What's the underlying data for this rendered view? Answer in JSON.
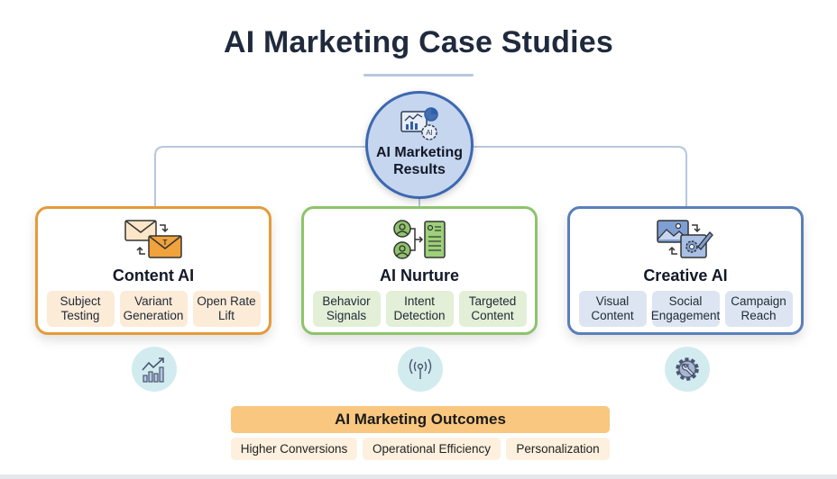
{
  "title": "AI Marketing Case Studies",
  "hub": {
    "label_line1": "AI Marketing",
    "label_line2": "Results",
    "icon": "analytics-ai-gear-icon"
  },
  "cards": [
    {
      "title": "Content AI",
      "icon": "email-swap-icon",
      "color": "#e59b3a",
      "pills": [
        {
          "line1": "Subject",
          "line2": "Testing"
        },
        {
          "line1": "Variant",
          "line2": "Generation"
        },
        {
          "line1": "Open Rate",
          "line2": "Lift"
        }
      ]
    },
    {
      "title": "AI Nurture",
      "icon": "users-to-profile-icon",
      "color": "#8dc46b",
      "pills": [
        {
          "line1": "Behavior",
          "line2": "Signals"
        },
        {
          "line1": "Intent",
          "line2": "Detection"
        },
        {
          "line1": "Targeted",
          "line2": "Content"
        }
      ]
    },
    {
      "title": "Creative AI",
      "icon": "image-gear-pencil-icon",
      "color": "#5a7fba",
      "pills": [
        {
          "line1": "Visual",
          "line2": "Content"
        },
        {
          "line1": "Social",
          "line2": "Engagement"
        },
        {
          "line1": "Campaign",
          "line2": "Reach"
        }
      ]
    }
  ],
  "bottom_icons": [
    "growth-chart-icon",
    "broadcast-signal-icon",
    "gear-wrench-icon"
  ],
  "outcomes": {
    "title": "AI Marketing Outcomes",
    "items": [
      "Higher Conversions",
      "Operational Efficiency",
      "Personalization"
    ]
  },
  "colors": {
    "title": "#1f2a3d",
    "hub_fill": "#c6d6ef",
    "hub_border": "#3d68b0",
    "connector": "#b7c7de",
    "outcomes_bar": "#f9c77f"
  }
}
